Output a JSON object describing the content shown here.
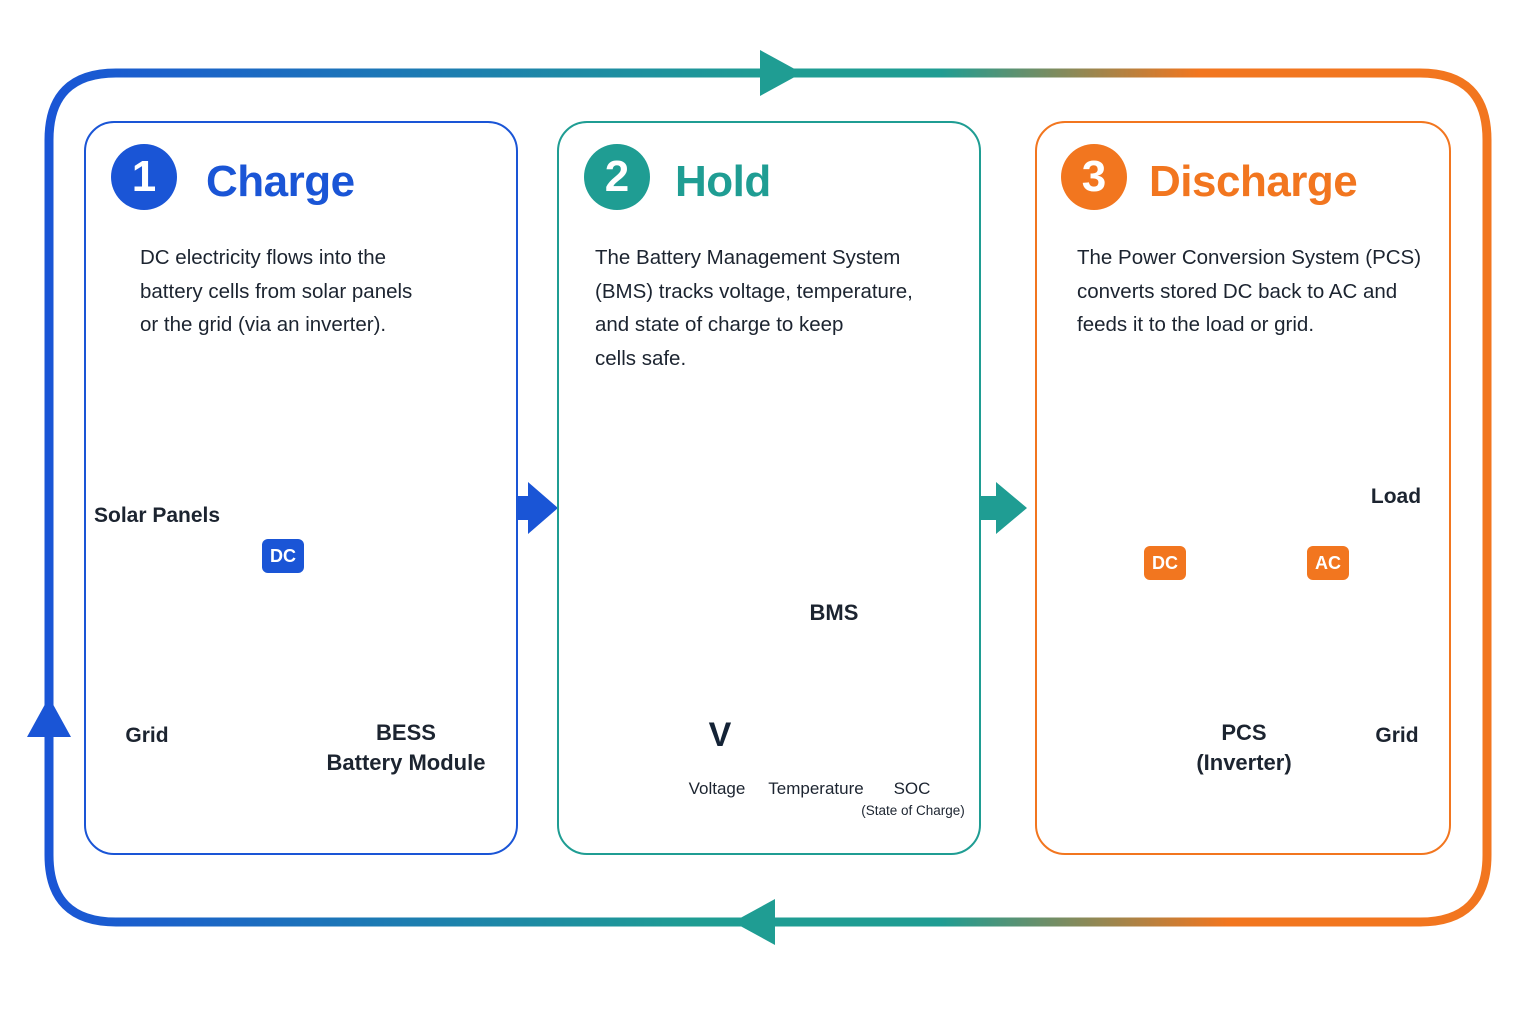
{
  "steps": [
    {
      "number": "1",
      "title": "Charge",
      "color": "#1a55d6",
      "description": [
        "DC electricity flows into the",
        "battery cells from solar panels",
        "or the grid (via an inverter)."
      ]
    },
    {
      "number": "2",
      "title": "Hold",
      "color": "#1f9d93",
      "description": [
        "The Battery Management System",
        "(BMS) tracks voltage, temperature,",
        "and state of charge to keep",
        "cells safe."
      ]
    },
    {
      "number": "3",
      "title": "Discharge",
      "color": "#f2761f",
      "description": [
        "The Power Conversion System (PCS)",
        "converts stored DC back to AC and",
        "feeds it to the load or grid."
      ]
    }
  ],
  "charge": {
    "solar_label": "Solar Panels",
    "grid_label": "Grid",
    "dc_tag": "DC",
    "bess_label_1": "BESS",
    "bess_label_2": "Battery Module"
  },
  "hold": {
    "bms_label": "BMS",
    "voltage_symbol": "V",
    "voltage_label": "Voltage",
    "temperature_label": "Temperature",
    "soc_label": "SOC",
    "soc_sub": "(State of Charge)"
  },
  "discharge": {
    "dc_tag": "DC",
    "ac_tag": "AC",
    "pcs_label_1": "PCS",
    "pcs_label_2": "(Inverter)",
    "load_label": "Load",
    "grid_label": "Grid"
  },
  "icons": [
    "sun-icon",
    "solar-panel-icon",
    "transmission-tower-icon",
    "battery-cabinet-icon",
    "lightning-icon",
    "shield-check-icon",
    "line-chart-icon",
    "bar-chart-icon",
    "donut-chart-icon",
    "thermometer-icon",
    "battery-icon",
    "sine-wave-icon",
    "building-icon",
    "tree-icon"
  ],
  "colors": {
    "blue": "#1a55d6",
    "teal": "#1f9d93",
    "orange": "#f2761f",
    "dark": "#1f2630"
  }
}
